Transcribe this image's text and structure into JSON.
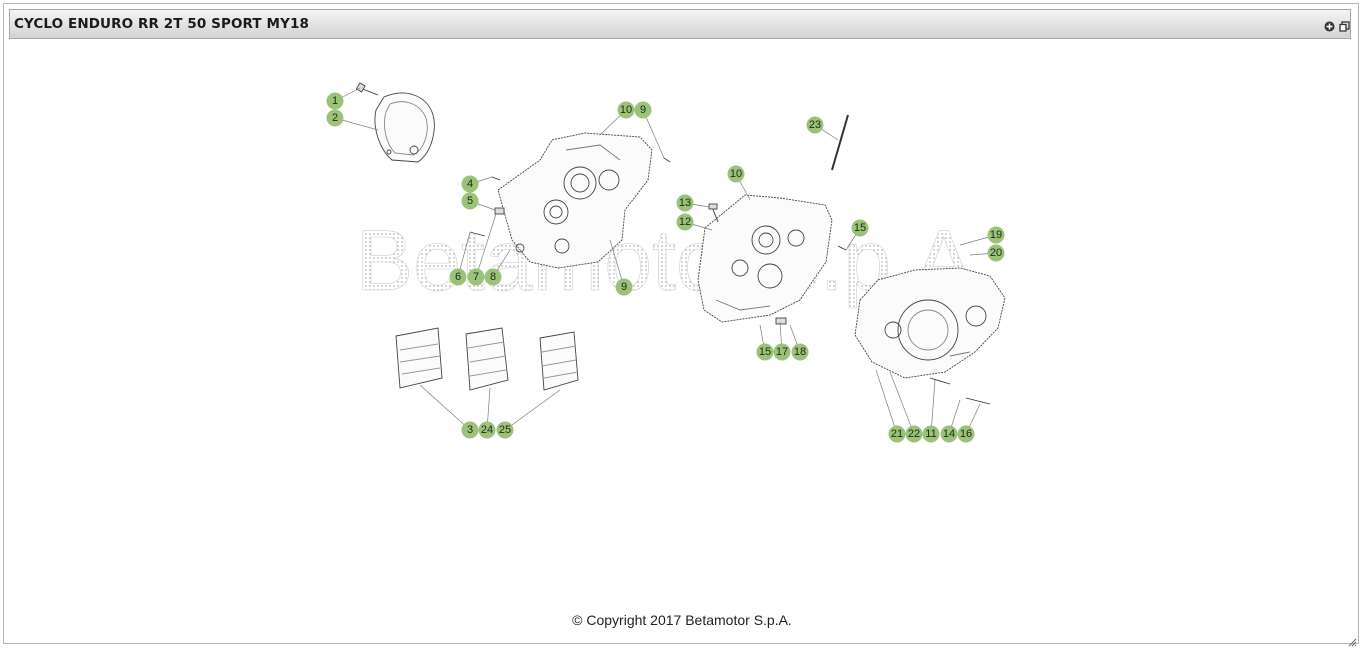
{
  "panel": {
    "title": "CYCLO ENDURO RR 2T 50 SPORT MY18",
    "tools": [
      {
        "name": "expand",
        "icon": "plus-circle-icon"
      },
      {
        "name": "popout",
        "icon": "popout-icon"
      }
    ]
  },
  "diagram": {
    "watermark": "Betamotor s.p.A.",
    "callout_color": "#9cc27a",
    "callouts": {
      "c1": "1",
      "c2": "2",
      "c3": "3",
      "c4": "4",
      "c5": "5",
      "c6": "6",
      "c7": "7",
      "c8": "8",
      "c9a": "9",
      "c9b": "9",
      "c10a": "10",
      "c10b": "10",
      "c11": "11",
      "c12": "12",
      "c13": "13",
      "c14": "14",
      "c15a": "15",
      "c15b": "15",
      "c16": "16",
      "c17": "17",
      "c18": "18",
      "c19": "19",
      "c20": "20",
      "c21": "21",
      "c22": "22",
      "c23": "23",
      "c24": "24",
      "c25": "25"
    }
  },
  "footer": {
    "copyright": "© Copyright 2017 Betamotor S.p.A."
  }
}
